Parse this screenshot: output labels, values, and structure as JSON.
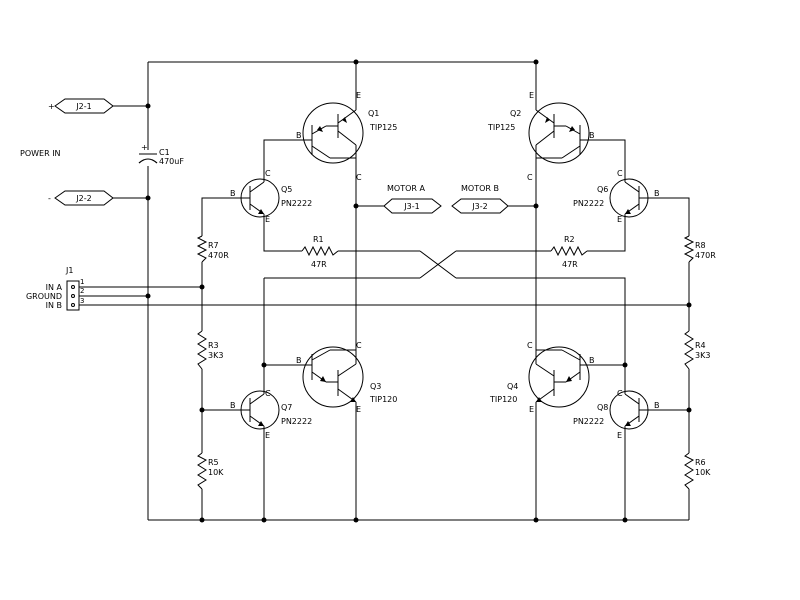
{
  "labels": {
    "power_in": "POWER IN",
    "plus": "+",
    "minus": "-",
    "j2_1": "J2-1",
    "j2_2": "J2-2",
    "c1_ref": "C1",
    "c1_val": "470uF",
    "c1_plus": "+",
    "j1": "J1",
    "in_a": "IN A",
    "ground": "GROUND",
    "in_b": "IN B",
    "pin1": "1",
    "pin2": "2",
    "pin3": "3",
    "motor_a": "MOTOR A",
    "motor_b": "MOTOR B",
    "j3_1": "J3-1",
    "j3_2": "J3-2",
    "q1": "Q1",
    "q1_type": "TIP125",
    "q2": "Q2",
    "q2_type": "TIP125",
    "q3": "Q3",
    "q3_type": "TIP120",
    "q4": "Q4",
    "q4_type": "TIP120",
    "q5": "Q5",
    "q5_type": "PN2222",
    "q6": "Q6",
    "q6_type": "PN2222",
    "q7": "Q7",
    "q7_type": "PN2222",
    "q8": "Q8",
    "q8_type": "PN2222",
    "r1": "R1",
    "r1_val": "47R",
    "r2": "R2",
    "r2_val": "47R",
    "r3": "R3",
    "r3_val": "3K3",
    "r4": "R4",
    "r4_val": "3K3",
    "r5": "R5",
    "r5_val": "10K",
    "r6": "R6",
    "r6_val": "10K",
    "r7": "R7",
    "r7_val": "470R",
    "r8": "R8",
    "r8_val": "470R",
    "pin_b": "B",
    "pin_c": "C",
    "pin_e": "E"
  }
}
